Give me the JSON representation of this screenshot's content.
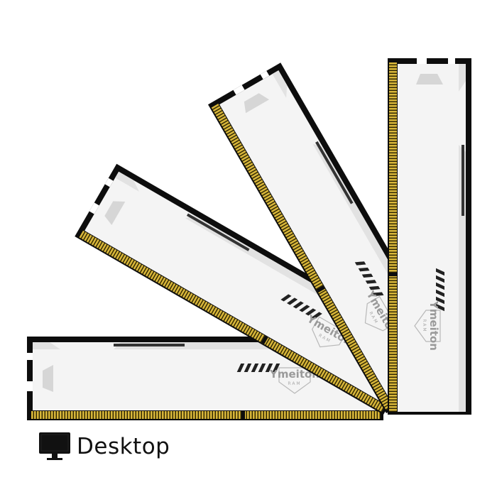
{
  "product": {
    "brand": "Ymeiton",
    "brand_sub": "RAM",
    "modules": [
      {
        "brand": "Ymeiton",
        "sub": "RAM"
      },
      {
        "brand": "Ymeiton",
        "sub": "RAM"
      },
      {
        "brand": "Ymeiton",
        "sub": "RAM"
      },
      {
        "brand": "Ymeiton",
        "sub": "RAM"
      }
    ]
  },
  "caption": {
    "icon": "monitor-icon",
    "label": "Desktop"
  },
  "colors": {
    "heatsink": "#f4f4f4",
    "frame": "#0d0d0d",
    "pins": "#c9a227"
  }
}
